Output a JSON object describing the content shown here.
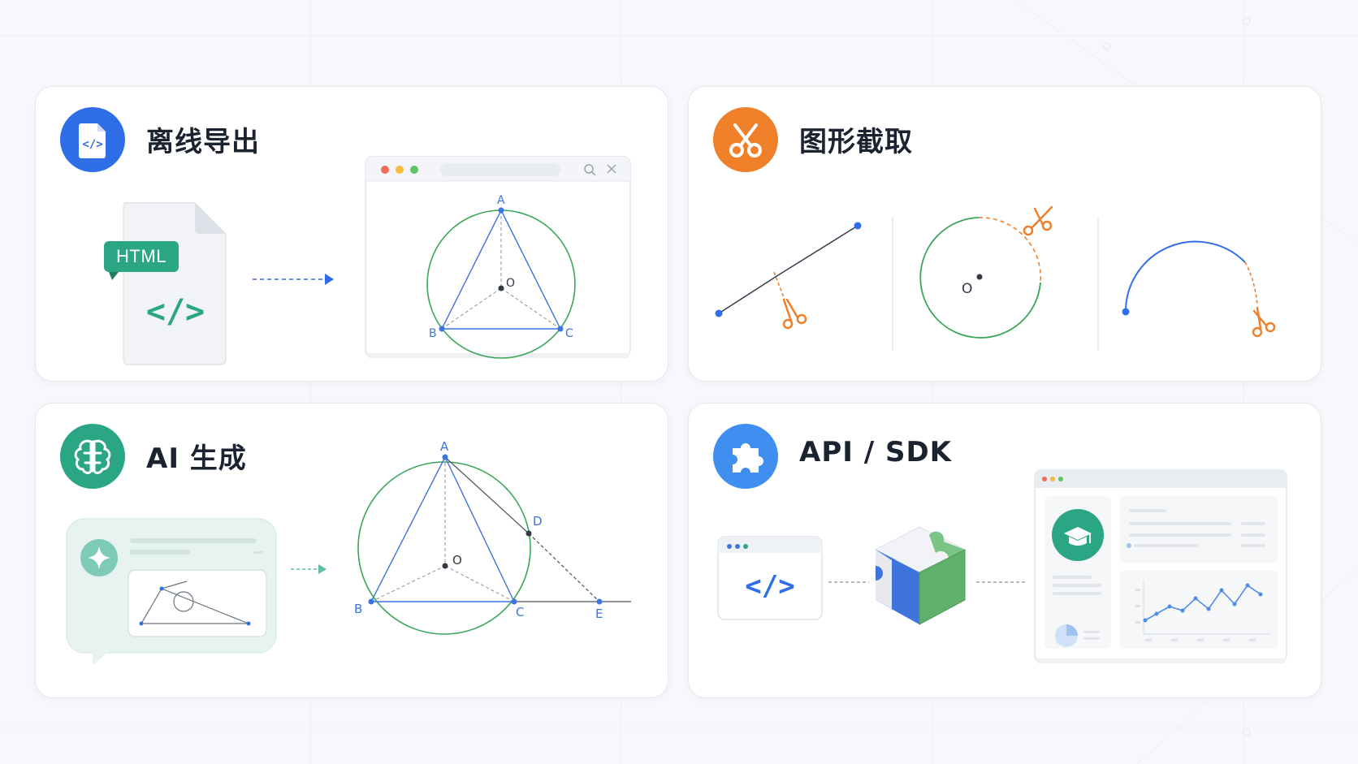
{
  "cards": [
    {
      "title": "离线导出",
      "icon": "code-file-icon",
      "accent": "#2f6ee6"
    },
    {
      "title": "图形截取",
      "icon": "scissors-icon",
      "accent": "#f07f2a"
    },
    {
      "title": "AI 生成",
      "icon": "brain-icon",
      "accent": "#2aa685"
    },
    {
      "title": "API / SDK",
      "icon": "puzzle-icon",
      "accent": "#3f8ef0"
    }
  ],
  "export_art": {
    "file_badge": "HTML",
    "code_glyph": "</>",
    "points": {
      "a": "A",
      "b": "B",
      "c": "C",
      "o": "O"
    }
  },
  "clip_art": {
    "center_label": "O"
  },
  "ai_art": {
    "points": {
      "a": "A",
      "b": "B",
      "c": "C",
      "d": "D",
      "e": "E",
      "o": "O"
    }
  },
  "api_art": {
    "code_glyph": "</>"
  },
  "colors": {
    "blue": "#2f6ee6",
    "orange": "#f07f2a",
    "green": "#2aa685",
    "circle_green": "#3aa65a"
  }
}
